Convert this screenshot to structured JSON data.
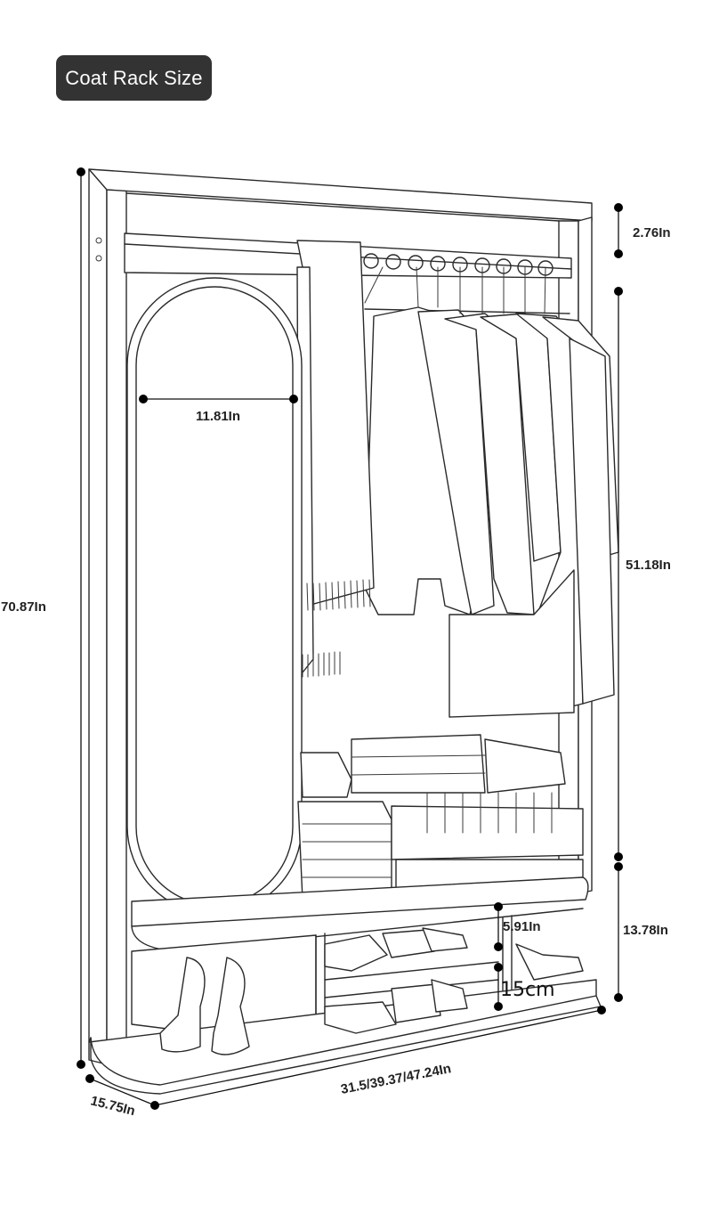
{
  "title": "Coat Rack Size",
  "dimensions": {
    "top_gap": "2.76In",
    "mirror_width": "11.81In",
    "total_height": "70.87In",
    "hanging_height": "51.18In",
    "bottom_section_height": "13.78In",
    "shoe_shelf_gap_in": "5.91In",
    "shoe_shelf_gap_cm": "15cm",
    "width_options": "31.5/39.37/47.24In",
    "depth": "15.75In"
  },
  "colors": {
    "badge_bg": "#333333",
    "badge_text": "#ffffff",
    "line": "#2a2a2a",
    "dot": "#000000"
  }
}
